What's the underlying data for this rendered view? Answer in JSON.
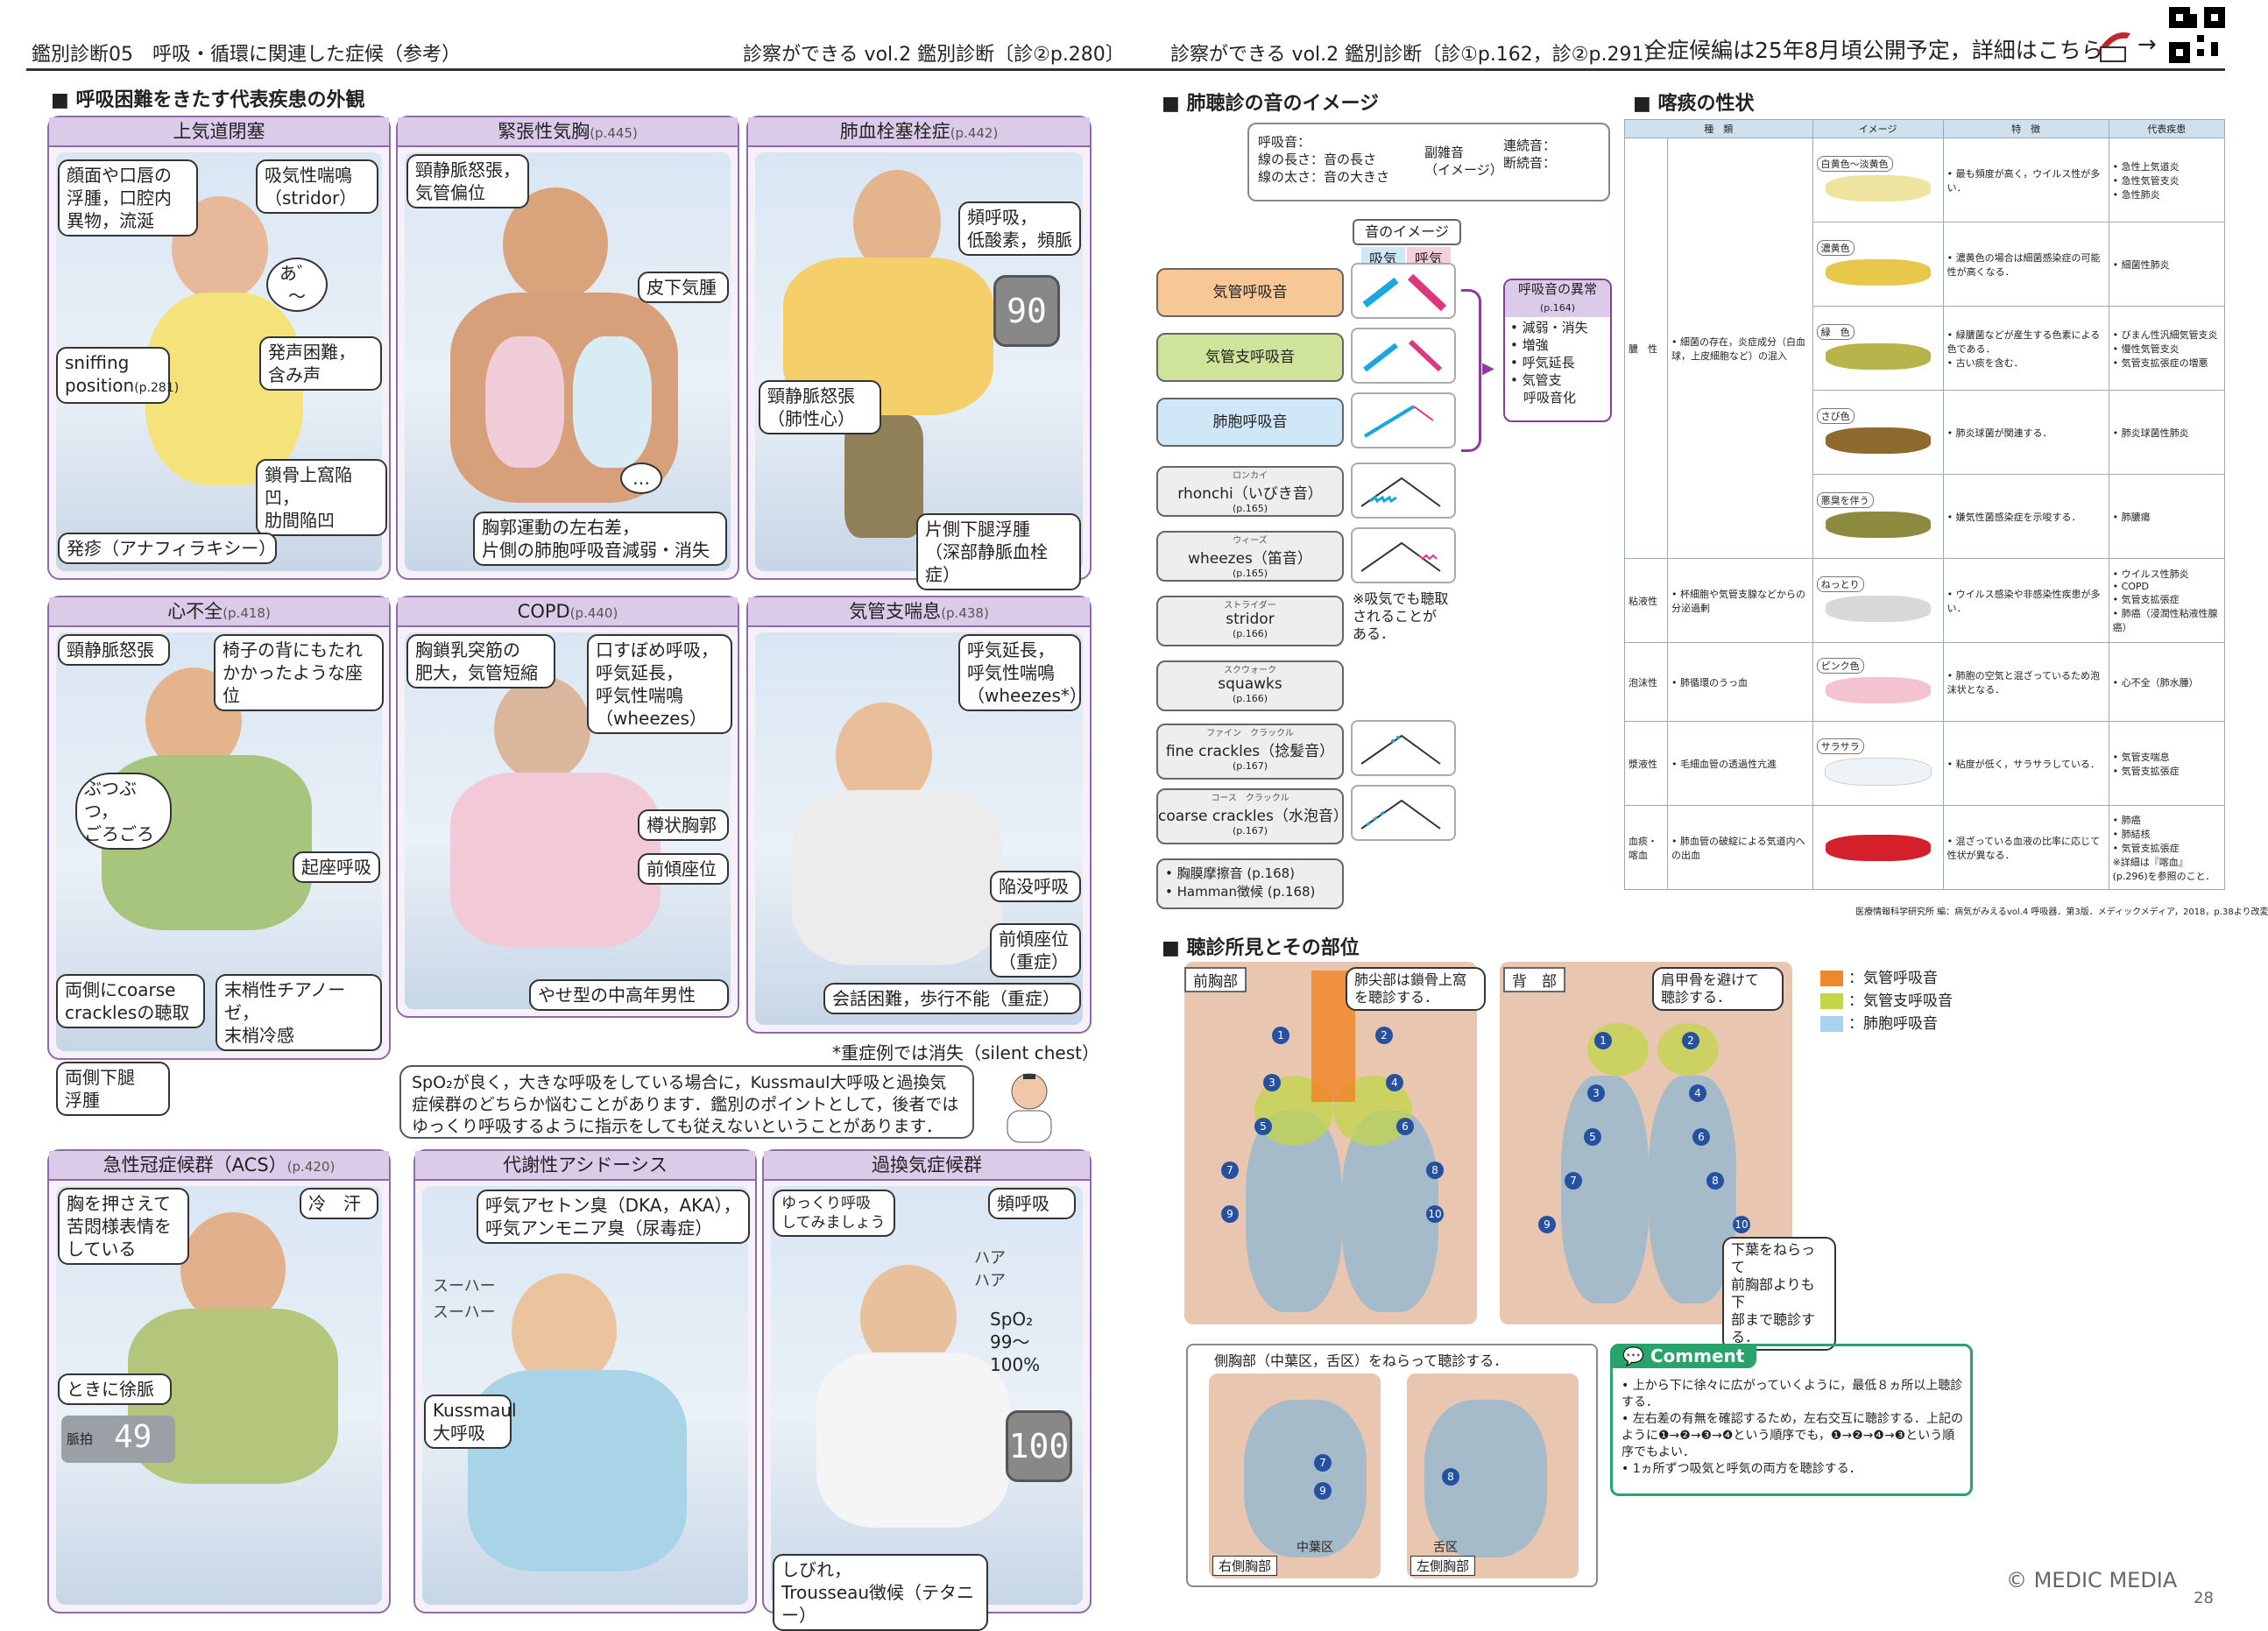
{
  "header": {
    "left": "鑑別診断05　呼吸・循環に関連した症候（参考）",
    "ref1": "診察ができる vol.2 鑑別診断〔診②p.280〕",
    "ref2": "診察ができる vol.2 鑑別診断〔診①p.162，診②p.291〕",
    "announce": "全症候編は25年8月頃公開予定，詳細はこちら",
    "arrow": "→"
  },
  "left_section": {
    "title": "呼吸困難をきたす代表疾患の外観",
    "panels": [
      {
        "title": "上気道閉塞",
        "ref": "",
        "callouts": [
          "顔面や口唇の\n浮腫，口腔内\n異物，流涎",
          "吸気性喘鳴\n（stridor）",
          "あ゛～",
          "sniffing\nposition",
          "発声困難，\n含み声",
          "鎖骨上窩陥凹，\n肋間陥凹",
          "発疹（アナフィラキシー）"
        ],
        "sub": "(p.281)"
      },
      {
        "title": "緊張性気胸",
        "ref": "(p.445)",
        "callouts": [
          "頸静脈怒張，\n気管偏位",
          "皮下気腫",
          "…",
          "胸郭運動の左右差，\n片側の肺胞呼吸音減弱・消失"
        ]
      },
      {
        "title": "肺血栓塞栓症",
        "ref": "(p.442)",
        "callouts": [
          "頻呼吸，\n低酸素，頻脈",
          "頸静脈怒張\n（肺性心）",
          "片側下腿浮腫\n（深部静脈血栓症）"
        ],
        "monitor": "90"
      },
      {
        "title": "心不全",
        "ref": "(p.418)",
        "callouts": [
          "頸静脈怒張",
          "椅子の背にもたれ\nかかったような座位",
          "ぶつぶつ，\nごろごろ",
          "起座呼吸",
          "両側にcoarse\ncracklesの聴取",
          "末梢性チアノーゼ，\n末梢冷感",
          "両側下腿\n浮腫"
        ]
      },
      {
        "title": "COPD",
        "ref": "(p.440)",
        "callouts": [
          "胸鎖乳突筋の\n肥大，気管短縮",
          "口すぼめ呼吸，\n呼気延長，\n呼気性喘鳴\n（wheezes）",
          "樽状胸郭",
          "前傾座位",
          "やせ型の中高年男性"
        ]
      },
      {
        "title": "気管支喘息",
        "ref": "(p.438)",
        "callouts": [
          "呼気延長，\n呼気性喘鳴\n（wheezes*）",
          "陥没呼吸",
          "前傾座位\n（重症）",
          "会話困難，歩行不能（重症）"
        ]
      },
      {
        "title": "急性冠症候群（ACS）",
        "ref": "(p.420)",
        "callouts": [
          "胸を押さえて\n苦悶様表情を\nしている",
          "冷　汗",
          "ときに徐脈"
        ],
        "monitor_label": "脈拍",
        "monitor": "49"
      },
      {
        "title": "代謝性アシドーシス",
        "ref": "",
        "callouts": [
          "呼気アセトン臭（DKA，AKA），\n呼気アンモニア臭（尿毒症）",
          "スーハー\nスーハー",
          "Kussmaul\n大呼吸"
        ]
      },
      {
        "title": "過換気症候群",
        "ref": "",
        "callouts": [
          "ゆっくり呼吸\nしてみましょう",
          "頻呼吸",
          "ハア\nハア",
          "SpO₂\n99～100%",
          "しびれ，\nTrousseau徴候（テタニー）"
        ],
        "monitor": "100"
      }
    ],
    "star_note": "*重症例では消失（silent chest）",
    "info": "SpO₂が良く，大きな呼吸をしている場合に，Kussmaul大呼吸と過換気症候群のどちらか悩むことがあります．鑑別のポイントとして，後者ではゆっくり呼吸するように指示をしても従えないということがあります．"
  },
  "auscultation": {
    "title": "肺聴診の音のイメージ",
    "legend": [
      "呼吸音：",
      "線の長さ：音の長さ",
      "線の太さ：音の大きさ",
      "副雑音",
      "（イメージ）",
      "連続音：",
      "断続音："
    ],
    "image_header": "音のイメージ",
    "col_in": "吸気",
    "col_out": "呼気",
    "rows": [
      {
        "label": "気管呼吸音",
        "ruby": "",
        "ref": ""
      },
      {
        "label": "気管支呼吸音",
        "ruby": "",
        "ref": ""
      },
      {
        "label": "肺胞呼吸音",
        "ruby": "",
        "ref": ""
      },
      {
        "label": "rhonchi（いびき音）",
        "ruby": "ロンカイ",
        "ref": "(p.165)"
      },
      {
        "label": "wheezes（笛音）",
        "ruby": "ウィーズ",
        "ref": "(p.165)"
      },
      {
        "label": "stridor",
        "ruby": "ストライダー",
        "ref": "(p.166)"
      },
      {
        "label": "squawks",
        "ruby": "スクウォーク",
        "ref": "(p.166)"
      },
      {
        "label": "fine crackles（捻髪音）",
        "ruby": "ファイン　クラックル",
        "ref": "(p.167)"
      },
      {
        "label": "coarse crackles（水泡音）",
        "ruby": "コース　クラックル",
        "ref": "(p.167)"
      }
    ],
    "extra": [
      "• 胸膜摩擦音 (p.168)",
      "• Hamman徴候 (p.168)"
    ],
    "abnormal_title": "呼吸音の異常",
    "abnormal_ref": "(p.164)",
    "abnormal_items": [
      "• 減弱・消失",
      "• 増強",
      "• 呼気延長",
      "• 気管支",
      "　呼吸音化"
    ],
    "note": "※吸気でも聴取\nされることが\nある．"
  },
  "sputum": {
    "title": "喀痰の性状",
    "headers": [
      "種　類",
      "",
      "イメージ",
      "特　徴",
      "代表疾患"
    ],
    "rows": [
      {
        "type": "膿　性",
        "cause": "• 細菌の存在，炎症成分（白血球，上皮細胞など）の混入",
        "tag": "白黄色～淡黄色",
        "color": "#efe3a0",
        "feature": "• 最も頻度が高く，ウイルス性が多い．",
        "disease": "• 急性上気道炎\n• 急性気管支炎\n• 急性肺炎"
      },
      {
        "type": "",
        "cause": "",
        "tag": "濃黄色",
        "color": "#e8c84a",
        "feature": "• 濃黄色の場合は細菌感染症の可能性が高くなる．",
        "disease": "• 細菌性肺炎"
      },
      {
        "type": "",
        "cause": "",
        "tag": "緑　色",
        "color": "#b6b44a",
        "feature": "• 緑膿菌などが産生する色素による色である．\n• 古い痰を含む．",
        "disease": "• びまん性汎細気管支炎\n• 慢性気管支炎\n• 気管支拡張症の増悪"
      },
      {
        "type": "",
        "cause": "",
        "tag": "さび色",
        "color": "#8f6a2e",
        "feature": "• 肺炎球菌が関連する．",
        "disease": "• 肺炎球菌性肺炎"
      },
      {
        "type": "",
        "cause": "",
        "tag": "悪臭を伴う",
        "color": "#8c8a3e",
        "feature": "• 嫌気性菌感染症を示唆する．",
        "disease": "• 肺膿瘍"
      },
      {
        "type": "粘液性",
        "cause": "• 杯細胞や気管支腺などからの分泌過剰",
        "tag": "ねっとり",
        "color": "#d8d8d8",
        "feature": "• ウイルス感染や非感染性疾患が多い．",
        "disease": "• ウイルス性肺炎\n• COPD\n• 気管支拡張症\n• 肺癌（浸潤性粘液性腺癌）"
      },
      {
        "type": "泡沫性",
        "cause": "• 肺循環のうっ血",
        "tag": "ピンク色",
        "color": "#f3c4cf",
        "feature": "• 肺胞の空気と混ざっているため泡沫状となる．",
        "disease": "• 心不全（肺水腫）"
      },
      {
        "type": "漿液性",
        "cause": "• 毛細血管の透過性亢進",
        "tag": "サラサラ",
        "color": "#eef3f7",
        "feature": "• 粘度が低く，サラサラしている．",
        "disease": "• 気管支喘息\n• 気管支拡張症"
      },
      {
        "type": "血痰・喀血",
        "cause": "• 肺血管の破綻による気道内への出血",
        "tag": "",
        "color": "#d4202a",
        "feature": "• 混ざっている血液の比率に応じて性状が異なる．",
        "disease": "• 肺癌\n• 肺結核\n• 気管支拡張症\n※詳細は『喀血』(p.296)を参照のこと．"
      }
    ],
    "source": "医療情報科学研究所 編：病気がみえるvol.4 呼吸器．第3版．メディックメディア，2018，p.38より改変"
  },
  "findings": {
    "title": "聴診所見とその部位",
    "front_label": "前胸部",
    "back_label": "背　部",
    "front_note": "肺尖部は鎖骨上窩\nを聴診する．",
    "back_note1": "肩甲骨を避けて\n聴診する．",
    "back_note2": "下葉をねらって\n前胸部よりも下\n部まで聴診する．",
    "legend": [
      {
        "label": "：気管呼吸音",
        "color": "#f0872a"
      },
      {
        "label": "：気管支呼吸音",
        "color": "#c2d648"
      },
      {
        "label": "：肺胞呼吸音",
        "color": "#a9d2ef"
      }
    ],
    "side_title": "側胸部（中葉区，舌区）をねらって聴診する．",
    "side_right": "右側胸部",
    "side_left": "左側胸部",
    "mid_label": "中葉区",
    "lingula_label": "舌区",
    "comment_title": "Comment",
    "comment_items": [
      "• 上から下に徐々に広がっていくように，最低８ヵ所以上聴診する．",
      "• 左右差の有無を確認するため，左右交互に聴診する．上記のように❶→❷→❸→❹という順序でも，❶→❷→❹→❸という順序でもよい．",
      "• 1ヵ所ずつ吸気と呼気の両方を聴診する．"
    ]
  },
  "footer": {
    "copyright": "© MEDIC MEDIA",
    "page": "28"
  }
}
